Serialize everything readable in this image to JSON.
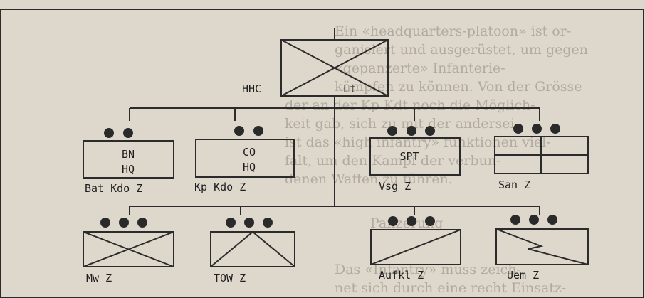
{
  "colors": {
    "paper": "#ddd7cc",
    "ink": "#2b2b2b",
    "ghost_text": "#8f877c"
  },
  "hq": {
    "label_left": "HHC",
    "label_right": "Lt"
  },
  "units": {
    "bat_kdo": {
      "inner_top": "BN",
      "inner_bottom": "HQ",
      "caption": "Bat Kdo Z",
      "size_dots": 2
    },
    "kp_kdo": {
      "inner_top": "CO",
      "inner_bottom": "HQ",
      "caption": "Kp Kdo Z",
      "size_dots": 2
    },
    "vsg": {
      "inner": "SPT",
      "caption": "Vsg Z",
      "size_dots": 3
    },
    "san": {
      "caption": "San Z",
      "size_dots": 3
    },
    "mw": {
      "caption": "Mw Z",
      "size_dots": 3
    },
    "tow": {
      "caption": "TOW Z",
      "size_dots": 3
    },
    "aufkl": {
      "caption": "Aufkl Z",
      "size_dots": 3
    },
    "uem": {
      "caption": "Uem Z",
      "size_dots": 3
    }
  },
  "background_text": [
    "Ein «headquarters-platoon» ist or-",
    "ganisiert und ausgerüstet, um gegen",
    "«gepanzerte» Infanterie-",
    "kämpfen zu können. Von der Grösse",
    "der an der Kp Kdt noch die Möglich-",
    "keit gab, sich zu mit der andersei-",
    "ist das «high infantry» funktionen viel-",
    "falt, um den Kampf der verbun-",
    "denen Waffen zu führen.",
    "Panzerung",
    "Das «Infantry» muss zeich-",
    "net sich durch eine recht Einsatz-"
  ]
}
